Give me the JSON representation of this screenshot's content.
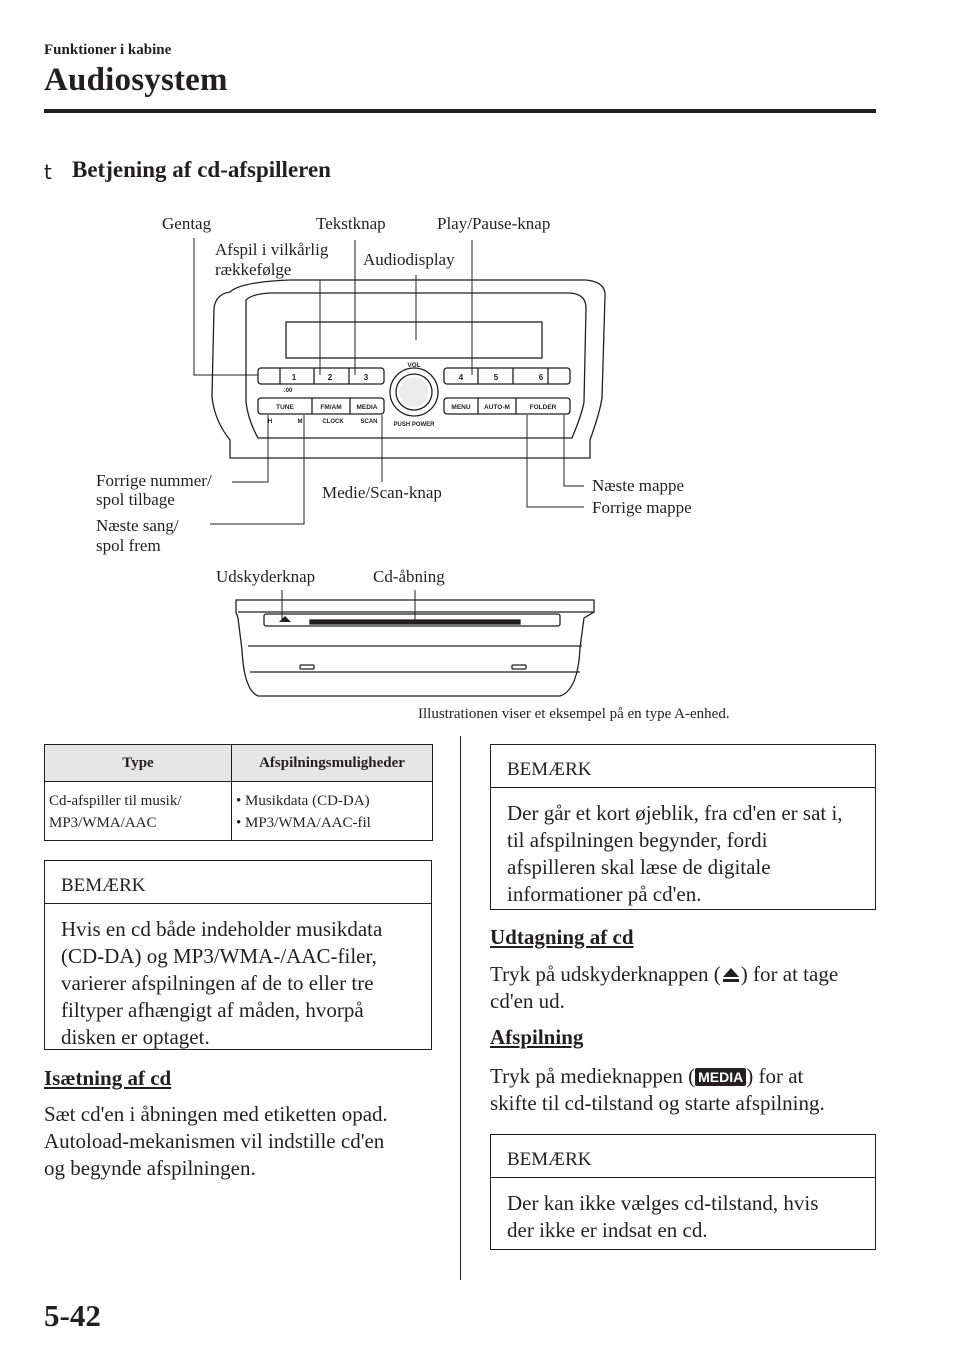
{
  "header": {
    "section_label": "Funktioner i kabine",
    "chapter_title": "Audiosystem"
  },
  "section": {
    "marker": "t",
    "heading": "Betjening af cd-afspilleren"
  },
  "diagram": {
    "labels": {
      "repeat": "Gentag",
      "text_button": "Tekstknap",
      "play_pause": "Play/Pause-knap",
      "random_line1": "Afspil i vilkårlig",
      "random_line2": "rækkefølge",
      "audio_display": "Audiodisplay",
      "prev_track_line1": "Forrige nummer/",
      "prev_track_line2": "spol tilbage",
      "media_scan": "Medie/Scan-knap",
      "next_folder": "Næste mappe",
      "prev_folder": "Forrige mappe",
      "next_track_line1": "Næste sang/",
      "next_track_line2": "spol frem",
      "eject": "Udskyderknap",
      "cd_slot": "Cd-åbning"
    },
    "panel_text": {
      "preset1": "1",
      "preset2": "2",
      "preset3": "3",
      "preset4": "4",
      "preset5": "5",
      "preset6": "6",
      "clock_mark": ":00",
      "tune": "TUNE",
      "fm_am": "FM/AM",
      "media": "MEDIA",
      "vol": "VOL",
      "menu": "MENU",
      "auto_m": "AUTO-M",
      "folder": "FOLDER",
      "h": "H",
      "m": "M",
      "clock": "CLOCK",
      "scan": "SCAN",
      "push_power": "PUSH POWER"
    },
    "caption": "Illustrationen viser et eksempel på en type A-enhed."
  },
  "table": {
    "headers": [
      "Type",
      "Afspilningsmuligheder"
    ],
    "rows": [
      {
        "type": "Cd-afspiller til musik/\nMP3/WMA/AAC",
        "options": "• Musikdata (CD-DA)\n• MP3/WMA/AAC-fil"
      }
    ]
  },
  "note_left": {
    "title": "BEMÆRK",
    "body": "Hvis en cd både indeholder musikdata\n(CD-DA) og MP3/WMA-/AAC-filer,\nvarierer afspilningen af de to eller tre\nfiltyper afhængigt af måden, hvorpå\ndisken er optaget."
  },
  "insert": {
    "heading": "Isætning af cd",
    "text": "Sæt cd'en i åbningen med etiketten opad.\nAutoload-mekanismen vil indstille cd'en\nog begynde afspilningen."
  },
  "note_right1": {
    "title": "BEMÆRK",
    "body": "Der går et kort øjeblik, fra cd'en er sat i,\ntil afspilningen begynder, fordi\nafspilleren skal læse de digitale\ninformationer på cd'en."
  },
  "eject_section": {
    "heading": "Udtagning af cd",
    "text_a": "Tryk på udskyderknappen (",
    "text_b": ") for at tage",
    "text_c": "cd'en ud."
  },
  "play_section": {
    "heading": "Afspilning",
    "text_a": "Tryk på medieknappen (",
    "media_glyph": "MEDIA",
    "text_b": ") for at",
    "text_c": "skifte til cd-tilstand og starte afspilning."
  },
  "note_right2": {
    "title": "BEMÆRK",
    "body": "Der kan ikke vælges cd-tilstand, hvis\nder ikke er indsat en cd."
  },
  "footer": {
    "page_number": "5-42"
  }
}
